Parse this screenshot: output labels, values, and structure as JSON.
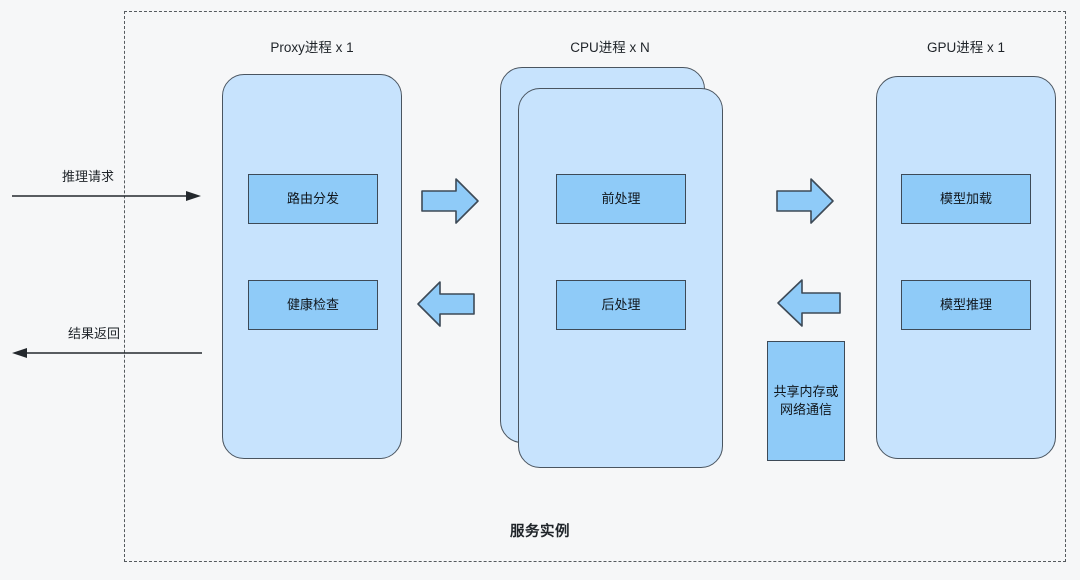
{
  "diagram": {
    "boundary_label": "服务实例",
    "background_color": "#f6f7f8",
    "container_fill": "#c7e3fd",
    "task_fill": "#8fcbf8",
    "stroke_color": "#3d4a57",
    "columns": [
      {
        "caption": "Proxy进程 x 1"
      },
      {
        "caption": "CPU进程 x N"
      },
      {
        "caption": "GPU进程 x 1"
      }
    ],
    "proxy": {
      "caption": "Proxy进程 x 1",
      "tasks": [
        {
          "label": "路由分发"
        },
        {
          "label": "健康检查"
        }
      ]
    },
    "cpu": {
      "caption": "CPU进程 x N",
      "stacked": true,
      "tasks": [
        {
          "label": "前处理"
        },
        {
          "label": "后处理"
        }
      ]
    },
    "gpu": {
      "caption": "GPU进程 x 1",
      "tasks": [
        {
          "label": "模型加载"
        },
        {
          "label": "模型推理"
        }
      ]
    },
    "channel": {
      "line1": "共享内存或",
      "line2": "网络通信"
    },
    "flows": [
      {
        "label": "推理请求",
        "direction": "right"
      },
      {
        "label": "结果返回",
        "direction": "left"
      }
    ],
    "arrows": [
      {
        "name": "proxy-to-cpu",
        "direction": "right"
      },
      {
        "name": "cpu-to-proxy",
        "direction": "left"
      },
      {
        "name": "cpu-to-gpu",
        "direction": "right"
      },
      {
        "name": "gpu-to-cpu",
        "direction": "left"
      }
    ]
  }
}
